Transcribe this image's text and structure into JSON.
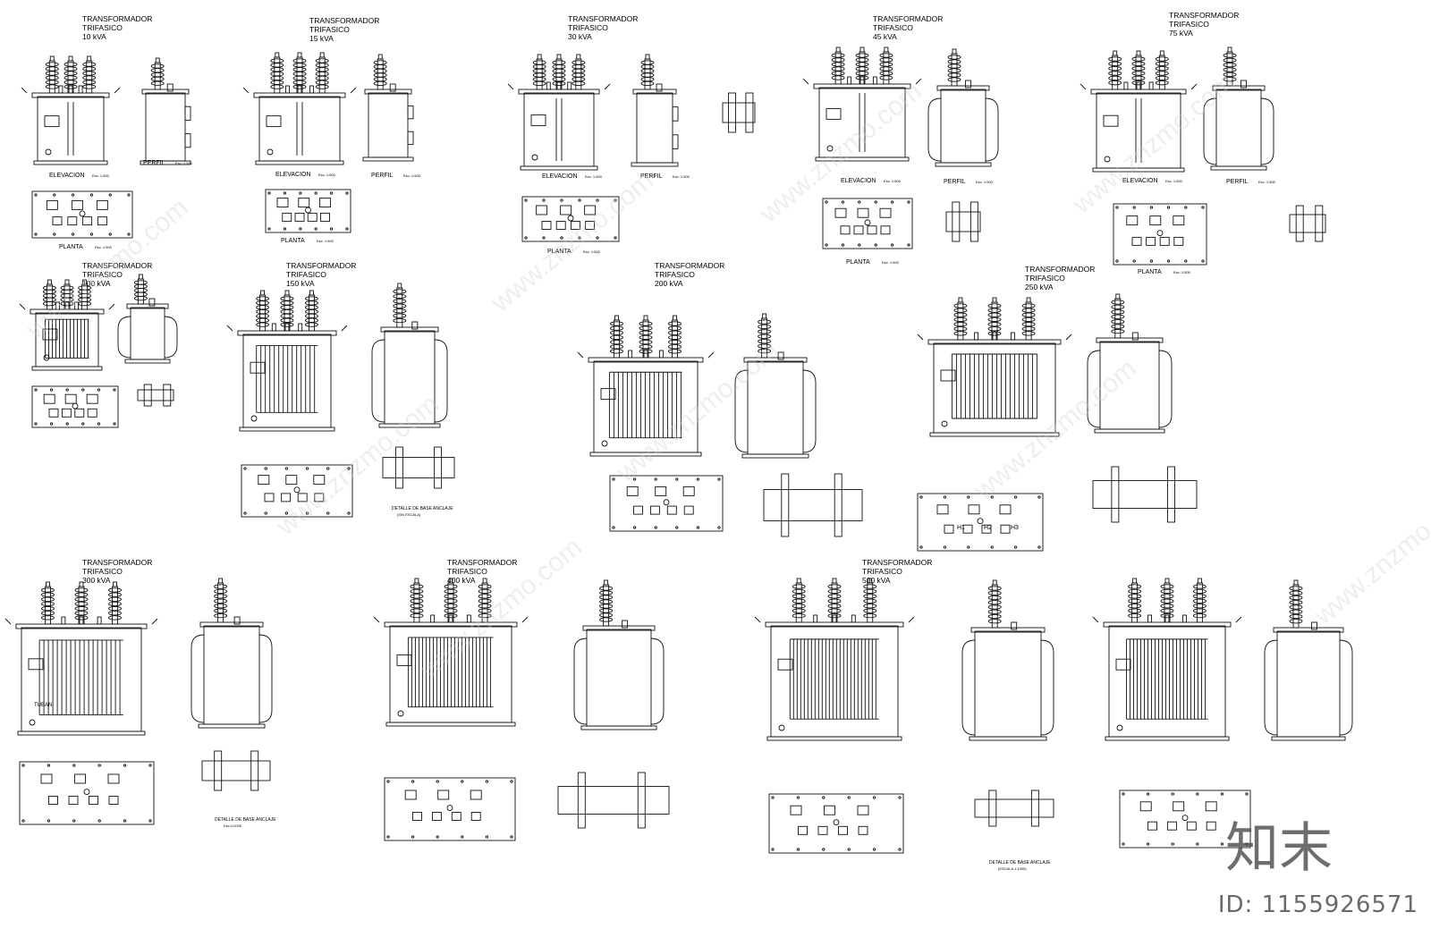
{
  "sheet_title": "Transformadores trifasicos",
  "transformers": [
    {
      "title_line1": "TRANSFORMADOR",
      "title_line2": "TRIFASICO",
      "rating": "10 kVA"
    },
    {
      "title_line1": "TRANSFORMADOR",
      "title_line2": "TRIFASICO",
      "rating": "15 kVA"
    },
    {
      "title_line1": "TRANSFORMADOR",
      "title_line2": "TRIFASICO",
      "rating": "30 kVA"
    },
    {
      "title_line1": "TRANSFORMADOR",
      "title_line2": "TRIFASICO",
      "rating": "45 kVA"
    },
    {
      "title_line1": "TRANSFORMADOR",
      "title_line2": "TRIFASICO",
      "rating": "75 kVA"
    },
    {
      "title_line1": "TRANSFORMADOR",
      "title_line2": "TRIFASICO",
      "rating": "100 kVA"
    },
    {
      "title_line1": "TRANSFORMADOR",
      "title_line2": "TRIFASICO",
      "rating": "150 kVA"
    },
    {
      "title_line1": "TRANSFORMADOR",
      "title_line2": "TRIFASICO",
      "rating": "200 kVA"
    },
    {
      "title_line1": "TRANSFORMADOR",
      "title_line2": "TRIFASICO",
      "rating": "250 kVA"
    },
    {
      "title_line1": "TRANSFORMADOR",
      "title_line2": "TRIFASICO",
      "rating": "300 kVA"
    },
    {
      "title_line1": "TRANSFORMADOR",
      "title_line2": "TRIFASICO",
      "rating": "400 kVA"
    },
    {
      "title_line1": "TRANSFORMADOR",
      "title_line2": "TRIFASICO",
      "rating": "500 kVA"
    }
  ],
  "view_labels": {
    "elevacion": "ELEVACION",
    "perfil": "PERFIL",
    "planta": "PLANTA",
    "scale": "Esc: 1:500",
    "detalle": "DETALLE DE BASE ANCLAJE",
    "detalle_scale": "(SIN ESCALA)",
    "detalle_scale2": "(ESCALA 1:1000)",
    "detalle_scale3": "Esc:1/1000"
  },
  "terminal_labels": {
    "h1": "H1",
    "h2": "H2",
    "h3": "H3"
  },
  "nameplate_text": "TUBAN",
  "watermark_id": "ID: 1155926571",
  "watermark_text": "www.znzmo.com",
  "logo_text": "知末"
}
